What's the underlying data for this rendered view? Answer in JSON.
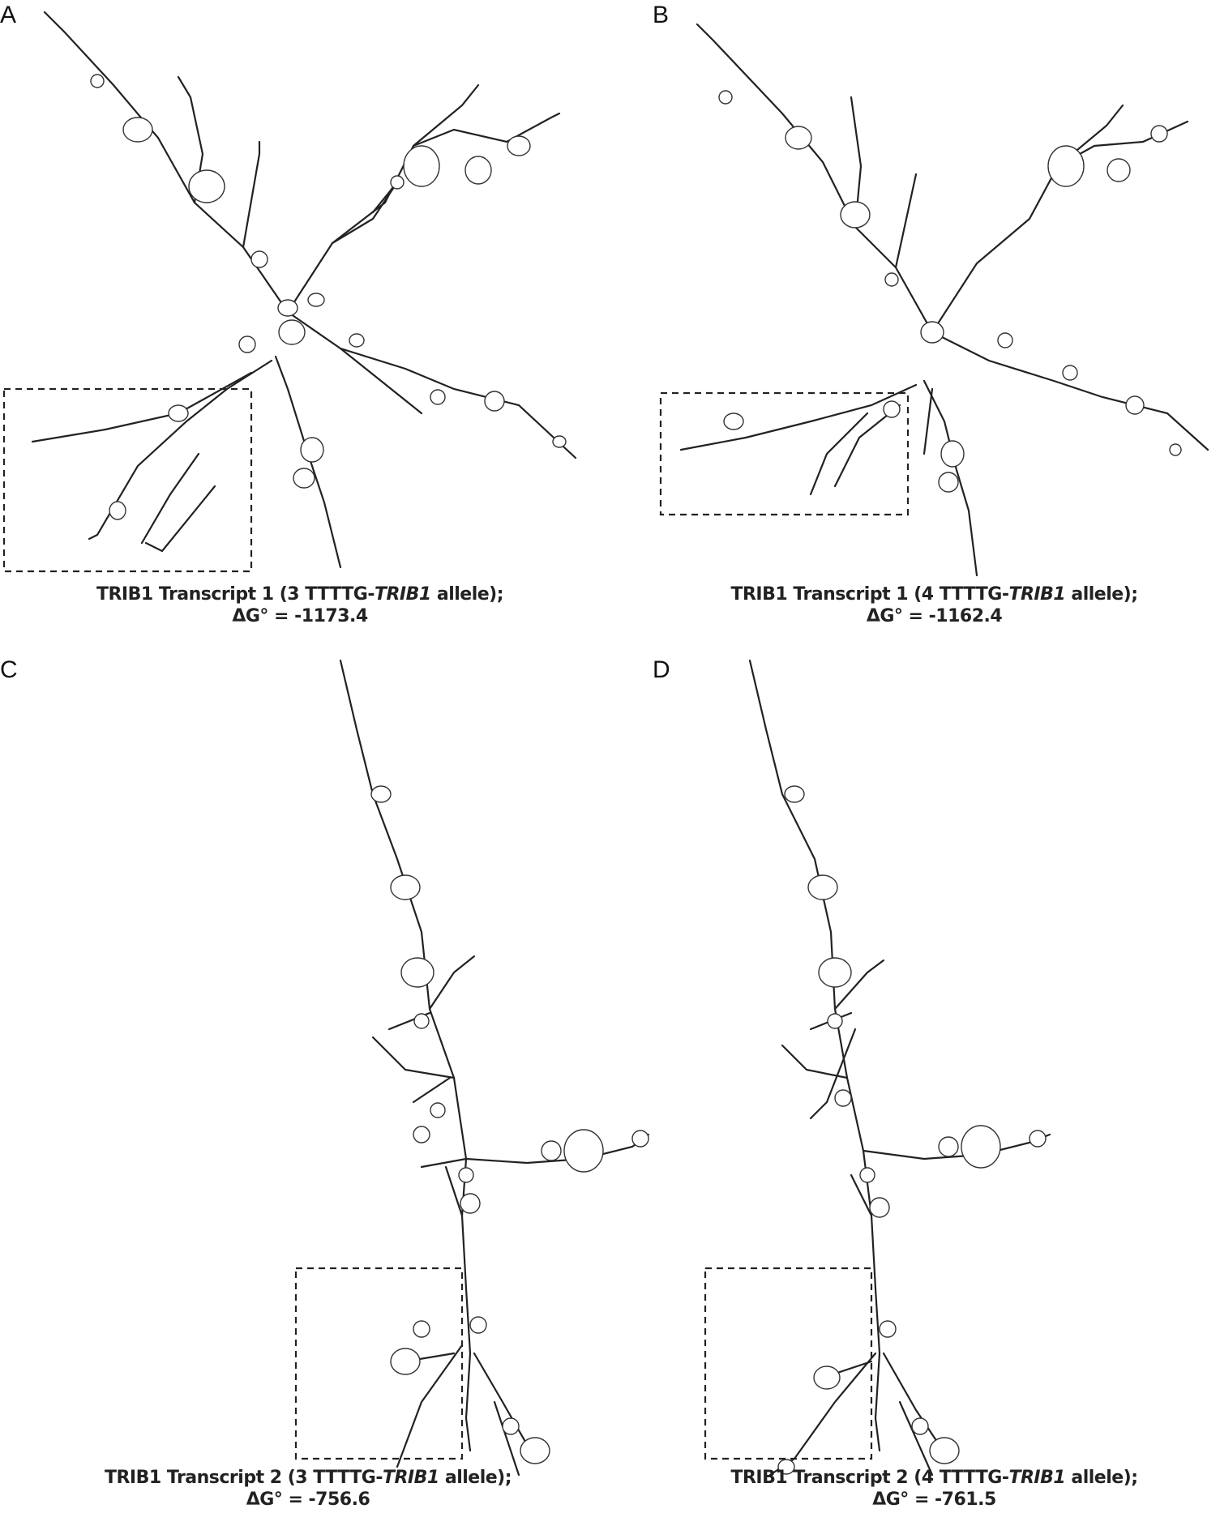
{
  "panels": [
    {
      "letter": "A",
      "caption_pre": "TRIB1 Transcript 1 (3 TTTTG-",
      "caption_gene": "TRIB1",
      "caption_post": " allele);",
      "delta_g": "ΔG° = -1173.4"
    },
    {
      "letter": "B",
      "caption_pre": "TRIB1 Transcript 1 (4 TTTTG-",
      "caption_gene": "TRIB1",
      "caption_post": " allele);",
      "delta_g": "ΔG° = -1162.4"
    },
    {
      "letter": "C",
      "caption_pre": "TRIB1 Transcript 2 (3 TTTTG-",
      "caption_gene": "TRIB1",
      "caption_post": " allele);",
      "delta_g": "ΔG° = -756.6"
    },
    {
      "letter": "D",
      "caption_pre": "TRIB1 Transcript 2 (4 TTTTG-",
      "caption_gene": "TRIB1",
      "caption_post": " allele);",
      "delta_g": "ΔG° = -761.5"
    }
  ]
}
